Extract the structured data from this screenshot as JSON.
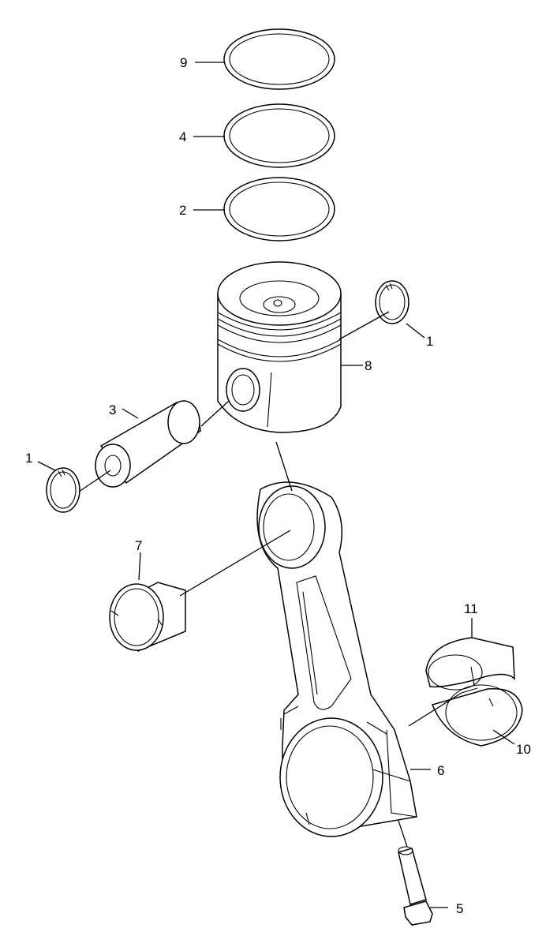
{
  "diagram": {
    "callouts": [
      {
        "id": "9",
        "text": "9"
      },
      {
        "id": "4",
        "text": "4"
      },
      {
        "id": "2",
        "text": "2"
      },
      {
        "id": "1a",
        "text": "1"
      },
      {
        "id": "8",
        "text": "8"
      },
      {
        "id": "3",
        "text": "3"
      },
      {
        "id": "1b",
        "text": "1"
      },
      {
        "id": "7",
        "text": "7"
      },
      {
        "id": "11",
        "text": "11"
      },
      {
        "id": "10",
        "text": "10"
      },
      {
        "id": "6",
        "text": "6"
      },
      {
        "id": "5",
        "text": "5"
      }
    ]
  }
}
